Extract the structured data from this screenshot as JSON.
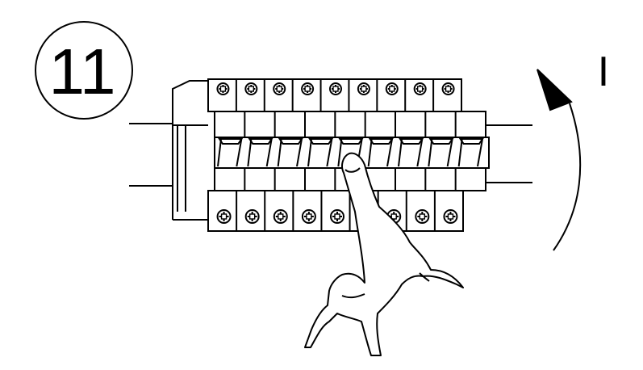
{
  "step": {
    "number": "11"
  },
  "switch_position_label": "I",
  "breaker_block": {
    "module_count": 9,
    "terminal_screw_icon": "screw-head-icon",
    "action": "toggle-switch-up"
  },
  "colors": {
    "line": "#000000",
    "background": "#ffffff"
  }
}
